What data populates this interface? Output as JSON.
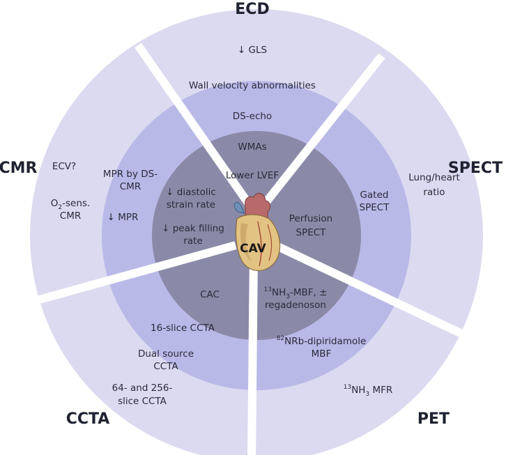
{
  "center": {
    "label": "CAV"
  },
  "sectors": {
    "ecd": {
      "title": "ECD",
      "outer": [
        "↓ GLS"
      ],
      "middle": [
        "Wall velocity abnormalities",
        "DS-echo"
      ],
      "inner": [
        "WMAs",
        "Lower LVEF"
      ]
    },
    "spect": {
      "title": "SPECT",
      "outer": [
        "Lung/heart",
        "ratio"
      ],
      "middle": [
        "Gated",
        "SPECT"
      ],
      "inner": [
        "Perfusion",
        "SPECT"
      ]
    },
    "pet": {
      "title": "PET",
      "outer_parts": {
        "sup": "13",
        "base": "NH",
        "sub": "3",
        "rest": " MFR"
      },
      "middle_parts": {
        "sup": "82",
        "line1": "NRb-dipiridamole",
        "line2": "MBF"
      },
      "inner_parts": {
        "sup": "13",
        "base": "NH",
        "sub": "3",
        "rest": "-MBF, ±",
        "line2": "regadenoson"
      }
    },
    "ccta": {
      "title": "CCTA",
      "outer": [
        "64- and 256-",
        "slice CCTA"
      ],
      "middle": [
        "Dual source",
        "CCTA",
        "16-slice CCTA"
      ],
      "inner": [
        "CAC"
      ]
    },
    "cmr": {
      "title": "CMR",
      "outer_ecv": "ECV?",
      "outer_o2": {
        "base": "O",
        "sub": "2",
        "rest": "-sens.",
        "line2": "CMR"
      },
      "middle": [
        "MPR by DS-",
        "CMR",
        "↓ MPR"
      ],
      "inner": [
        "↓ diastolic",
        "strain rate",
        "↓ peak filling",
        "rate"
      ]
    }
  },
  "colors": {
    "outer_ring": "#dcdaf0",
    "middle_ring": "#b9b9e8",
    "inner_ring": "#8a8aa8",
    "separator": "#ffffff",
    "text": "#2a2a3a"
  }
}
